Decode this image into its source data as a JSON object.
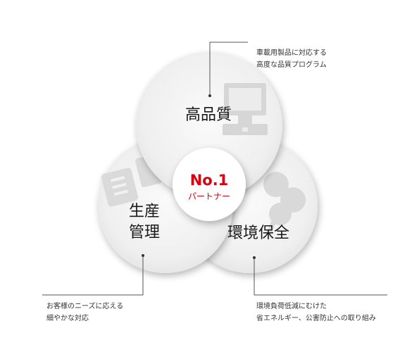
{
  "center": {
    "rank": "No.1",
    "subtitle": "パートナー"
  },
  "petals": [
    {
      "id": "quality",
      "label_lines": [
        "高品質"
      ],
      "icon": "monitor-icon"
    },
    {
      "id": "management",
      "label_lines": [
        "生産",
        "管理"
      ],
      "icon": "badge-icon"
    },
    {
      "id": "environment",
      "label_lines": [
        "環境保全"
      ],
      "icon": "clover-icon"
    }
  ],
  "callouts": {
    "quality": [
      "車載用製品に対応する",
      "高度な品質プログラム"
    ],
    "management": [
      "お客様のニーズに応える",
      "細やかな対応"
    ],
    "environment": [
      "環境負荷低減にむけた",
      "省エネルギー、公害防止への取り組み"
    ]
  },
  "colors": {
    "accent": "#d7000f",
    "petal_fill": "#f1f1f1",
    "label": "#1a1a1a",
    "watermark": "#d6d6d6",
    "leader": "#555555"
  }
}
